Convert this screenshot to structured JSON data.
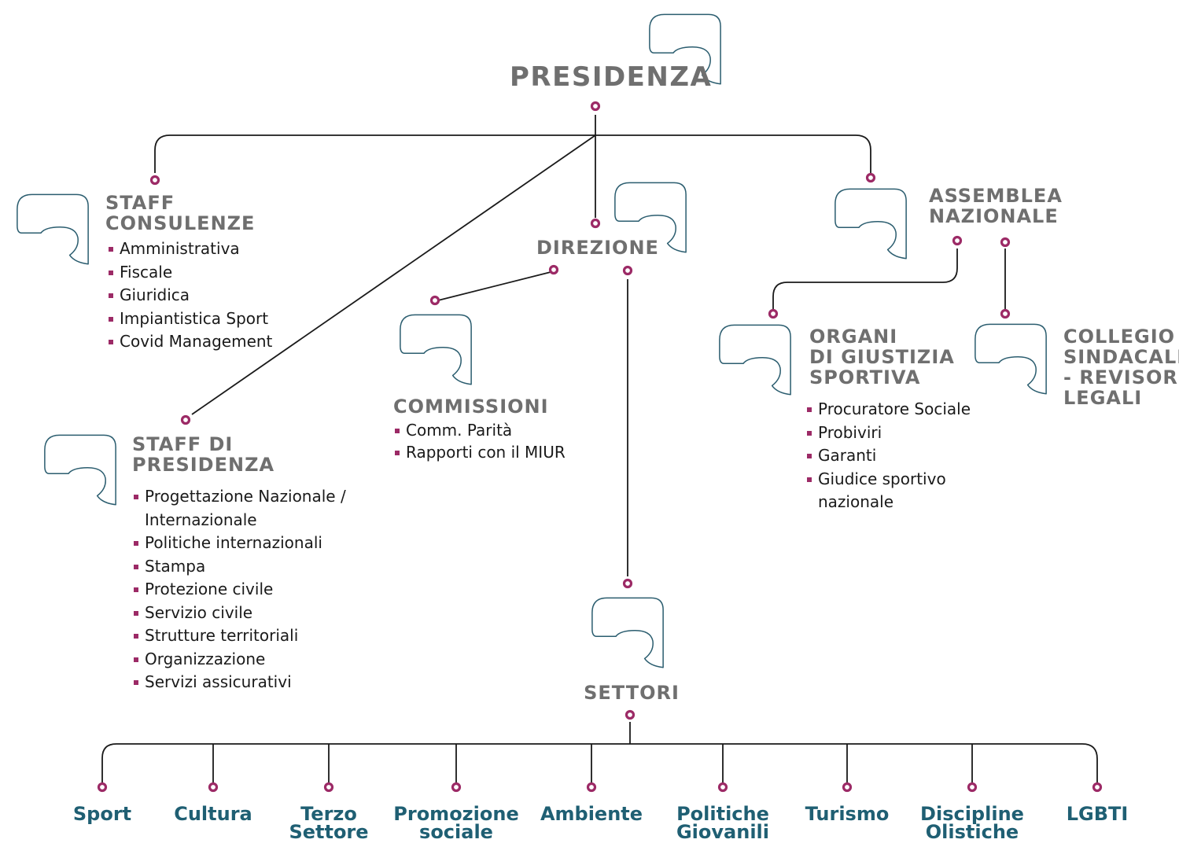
{
  "colors": {
    "line": "#1a1a1a",
    "dot": "#9c2a66",
    "icon": "#2b5d6f",
    "heading": "#6f6f6f",
    "sector": "#1f5f73"
  },
  "icon": "brand-mark-icon",
  "presidenza": {
    "title": "PRESIDENZA"
  },
  "staff_consulenze": {
    "title_lines": [
      "STAFF",
      "CONSULENZE"
    ],
    "items": [
      "Amministrativa",
      "Fiscale",
      "Giuridica",
      "Impiantistica Sport",
      "Covid Management"
    ]
  },
  "direzione": {
    "title": "DIREZIONE"
  },
  "assemblea": {
    "title_lines": [
      "ASSEMBLEA",
      "NAZIONALE"
    ]
  },
  "commissioni": {
    "title": "COMMISSIONI",
    "items": [
      "Comm. Parità",
      "Rapporti con il MIUR"
    ]
  },
  "staff_presidenza": {
    "title_lines": [
      "STAFF DI",
      "PRESIDENZA"
    ],
    "items": [
      "Progettazione Nazionale / Internazionale",
      "Politiche internazionali",
      "Stampa",
      "Protezione civile",
      "Servizio civile",
      "Strutture territoriali",
      "Organizzazione",
      "Servizi assicurativi"
    ]
  },
  "organi_giustizia": {
    "title_lines": [
      "ORGANI",
      "DI GIUSTIZIA",
      "SPORTIVA"
    ],
    "items": [
      "Procuratore Sociale",
      "Probiviri",
      "Garanti",
      "Giudice sportivo nazionale"
    ]
  },
  "collegio": {
    "title_lines": [
      "COLLEGIO",
      "SINDACALE",
      "- REVISORI",
      "LEGALI"
    ]
  },
  "settori": {
    "title": "SETTORI",
    "sectors": [
      {
        "lines": [
          "Sport"
        ]
      },
      {
        "lines": [
          "Cultura"
        ]
      },
      {
        "lines": [
          "Terzo",
          "Settore"
        ]
      },
      {
        "lines": [
          "Promozione",
          "sociale"
        ]
      },
      {
        "lines": [
          "Ambiente"
        ]
      },
      {
        "lines": [
          "Politiche",
          "Giovanili"
        ]
      },
      {
        "lines": [
          "Turismo"
        ]
      },
      {
        "lines": [
          "Discipline",
          "Olistiche"
        ]
      },
      {
        "lines": [
          "LGBTI"
        ]
      }
    ]
  }
}
